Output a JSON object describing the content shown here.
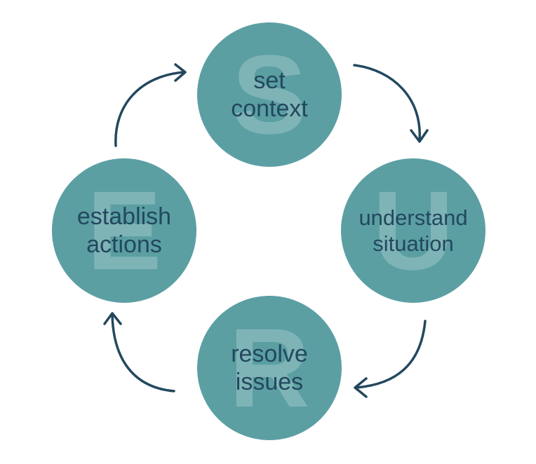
{
  "colors": {
    "circle": "#5b9fa3",
    "label_text": "#23485e",
    "arrow": "#23485e",
    "letter_overlay": "#ffffff"
  },
  "steps": [
    {
      "letter": "S",
      "line1": "set",
      "line2": "context"
    },
    {
      "letter": "U",
      "line1": "understand",
      "line2": "situation"
    },
    {
      "letter": "R",
      "line1": "resolve",
      "line2": "issues"
    },
    {
      "letter": "E",
      "line1": "establish",
      "line2": "actions"
    }
  ]
}
